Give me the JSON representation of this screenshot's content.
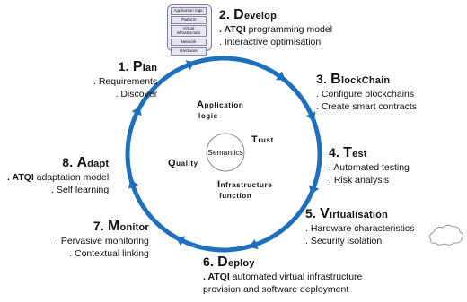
{
  "diagram": {
    "center": "Semantics",
    "inner_terms": [
      {
        "id": "app-logic",
        "lines": [
          "Application",
          "logic"
        ]
      },
      {
        "id": "trust",
        "lines": [
          "Trust"
        ]
      },
      {
        "id": "quality",
        "lines": [
          "Quality"
        ]
      },
      {
        "id": "infra-function",
        "lines": [
          "Infrastructure",
          "function"
        ]
      }
    ],
    "layers_icon": [
      "Application logic",
      "Platform",
      "Virtual",
      "infrastructure",
      "Network",
      "Hardware"
    ],
    "steps": [
      {
        "id": "plan",
        "number": "1.",
        "initial": "P",
        "rest": "lan",
        "items": [
          {
            "bold": "",
            "text": ". Requirements"
          },
          {
            "bold": "",
            "text": ". Discover"
          }
        ]
      },
      {
        "id": "develop",
        "number": "2.",
        "initial": "D",
        "rest": "evelop",
        "items": [
          {
            "bold": ". ATQI",
            "text": " programming model"
          },
          {
            "bold": "",
            "text": ". Interactive optimisation"
          }
        ]
      },
      {
        "id": "blockchain",
        "number": "3.",
        "initial": "B",
        "rest": "lockChain",
        "items": [
          {
            "bold": "",
            "text": ". Configure blockchains"
          },
          {
            "bold": "",
            "text": ". Create smart contracts"
          }
        ]
      },
      {
        "id": "test",
        "number": "4.",
        "initial": "T",
        "rest": "est",
        "items": [
          {
            "bold": "",
            "text": ". Automated testing"
          },
          {
            "bold": "",
            "text": ". Risk analysis"
          }
        ]
      },
      {
        "id": "virtualisation",
        "number": "5.",
        "initial": "V",
        "rest": "irtualisation",
        "items": [
          {
            "bold": "",
            "text": ". Hardware characteristics"
          },
          {
            "bold": "",
            "text": ". Security isolation"
          }
        ]
      },
      {
        "id": "deploy",
        "number": "6.",
        "initial": "D",
        "rest": "eploy",
        "items": [
          {
            "bold": ". ATQI",
            "text": " automated virtual infrastructure"
          },
          {
            "bold": "",
            "text": "provision and software deployment"
          }
        ]
      },
      {
        "id": "monitor",
        "number": "7.",
        "initial": "M",
        "rest": "onitor",
        "items": [
          {
            "bold": "",
            "text": ". Pervasive monitoring"
          },
          {
            "bold": "",
            "text": ". Contextual linking"
          }
        ]
      },
      {
        "id": "adapt",
        "number": "8.",
        "initial": "A",
        "rest": "dapt",
        "items": [
          {
            "bold": ". ATQI",
            "text": " adaptation model"
          },
          {
            "bold": "",
            "text": ". Self learning"
          }
        ]
      }
    ],
    "colors": {
      "cycle": "#1f6fbf",
      "text": "#111111",
      "cloud": "#9a9a9a",
      "stack_fill": "#e6e6f0"
    }
  }
}
